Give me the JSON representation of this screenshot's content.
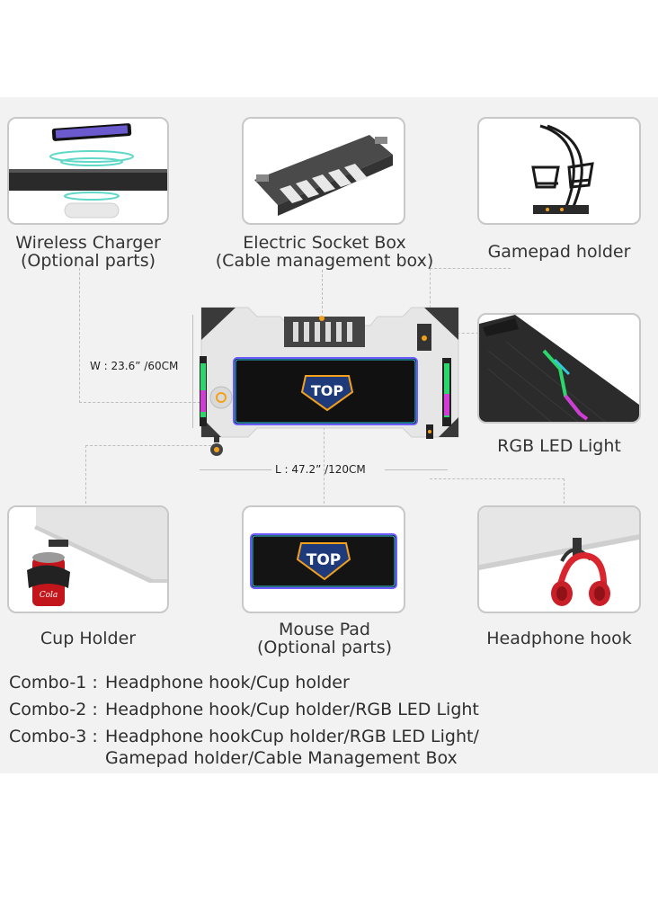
{
  "features": {
    "wireless_charger": {
      "title": "Wireless Charger",
      "sub": "(Optional parts)",
      "icon": "wireless-charger-icon"
    },
    "socket_box": {
      "title": "Electric Socket Box",
      "sub": "(Cable management box)",
      "icon": "socket-box-icon"
    },
    "gamepad": {
      "title": "Gamepad holder",
      "icon": "gamepad-holder-icon"
    },
    "rgb": {
      "title": "RGB LED Light",
      "icon": "rgb-light-icon"
    },
    "cup": {
      "title": "Cup Holder",
      "icon": "cup-holder-icon"
    },
    "mousepad": {
      "title": "Mouse Pad",
      "sub": "(Optional parts)",
      "icon": "mouse-pad-icon"
    },
    "headphone": {
      "title": "Headphone hook",
      "icon": "headphone-hook-icon"
    }
  },
  "dimensions": {
    "width": "W : 23.6” /60CM",
    "length": "L : 47.2” /120CM"
  },
  "logo_text": "TOP",
  "combos": [
    {
      "key": "Combo-1 :",
      "value": "Headphone hook/Cup holder"
    },
    {
      "key": "Combo-2 :",
      "value": "Headphone hook/Cup holder/RGB LED Light"
    },
    {
      "key": "Combo-3 :",
      "value": "Headphone hookCup holder/RGB LED Light/",
      "value2": "Gamepad holder/Cable Management Box"
    }
  ],
  "colors": {
    "panel_bg": "#f2f2f2",
    "box_border": "#c8c8c8",
    "desk_dark": "#2a2a2a",
    "accent_orange": "#f3a11b",
    "rgb_green": "#2bd66b"
  }
}
